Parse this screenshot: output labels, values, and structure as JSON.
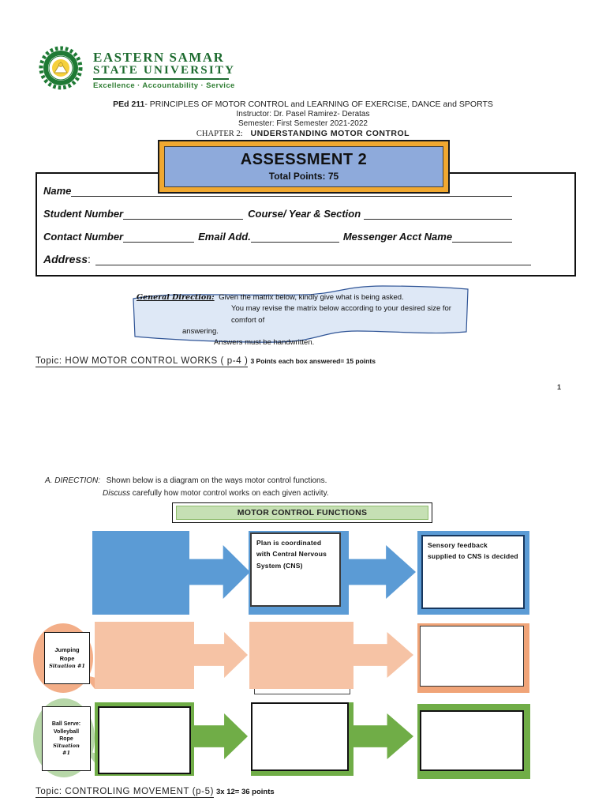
{
  "page_number": "1",
  "logo": {
    "line1": "EASTERN SAMAR",
    "line2": "STATE UNIVERSITY",
    "tagline": "Excellence · Accountability · Service"
  },
  "header": {
    "course_code": "PEd 211",
    "course_title": "- PRINCIPLES OF MOTOR CONTROL and LEARNING OF EXERCISE, DANCE and SPORTS",
    "instructor": "Instructor: Dr. Pasel Ramirez- Deratas",
    "semester": "Semester: First Semester 2021-2022",
    "chapter_label": "CHAPTER 2:",
    "chapter_title": "UNDERSTANDING MOTOR CONTROL"
  },
  "assessment": {
    "title": "ASSESSMENT 2",
    "points_label": "Total Points:",
    "points_value": "75"
  },
  "form": {
    "name": "Name",
    "student_number": "Student Number",
    "course_year": "Course/ Year & Section",
    "contact": "Contact Number",
    "email": "Email Add.",
    "messenger": "Messenger Acct Name",
    "address": "Address",
    "address_colon": ":"
  },
  "general_direction": {
    "label": "General Direction:",
    "line1": "Given the matrix below, kindly give what is being asked.",
    "line2": "You may revise the matrix below according to your desired size for comfort of",
    "line3": "answering.",
    "line4": "Answers must be handwritten."
  },
  "topic1": {
    "title": "Topic: HOW MOTOR CONTROL WORKS ( p-4 )",
    "points": "3 Points each box answered= 15 points"
  },
  "direction_a": {
    "label": "A. DIRECTION:",
    "line1": "Shown below is a diagram on the ways motor control functions.",
    "line2_lead": "Discuss",
    "line2_rest": "carefully how motor control works on each given activity."
  },
  "diagram": {
    "banner": "MOTOR CONTROL FUNCTIONS",
    "row1": {
      "box2_text": "Plan is coordinated with Central Nervous System (CNS)",
      "box3_text": "Sensory feedback supplied to CNS is decided"
    },
    "row2": {
      "callout_line1": "Jumping",
      "callout_line2": "Rope",
      "callout_script": "Situation #1"
    },
    "row3": {
      "callout_line1": "Ball Serve:",
      "callout_line2": "Volleyball",
      "callout_line3": "Rope",
      "callout_script1": "Situation",
      "callout_script2": "#1"
    }
  },
  "topic2": {
    "title": "Topic: CONTROLING MOVEMENT  (p-5)",
    "points": "3x 12= 36 points"
  },
  "colors": {
    "blue": "#5B9BD5",
    "navy_border": "#17375E",
    "peach": "#F6C3A5",
    "peach_deep": "#F3AE88",
    "peach_frame": "#F0A478",
    "green": "#70AD47",
    "green_light": "#C6E0B4",
    "green_circle": "#B7D7A8",
    "gold": "#F0A830",
    "assessment_blue": "#8EAADB",
    "wave_fill": "#DEE8F6",
    "logo_green": "#1D6B2F"
  }
}
